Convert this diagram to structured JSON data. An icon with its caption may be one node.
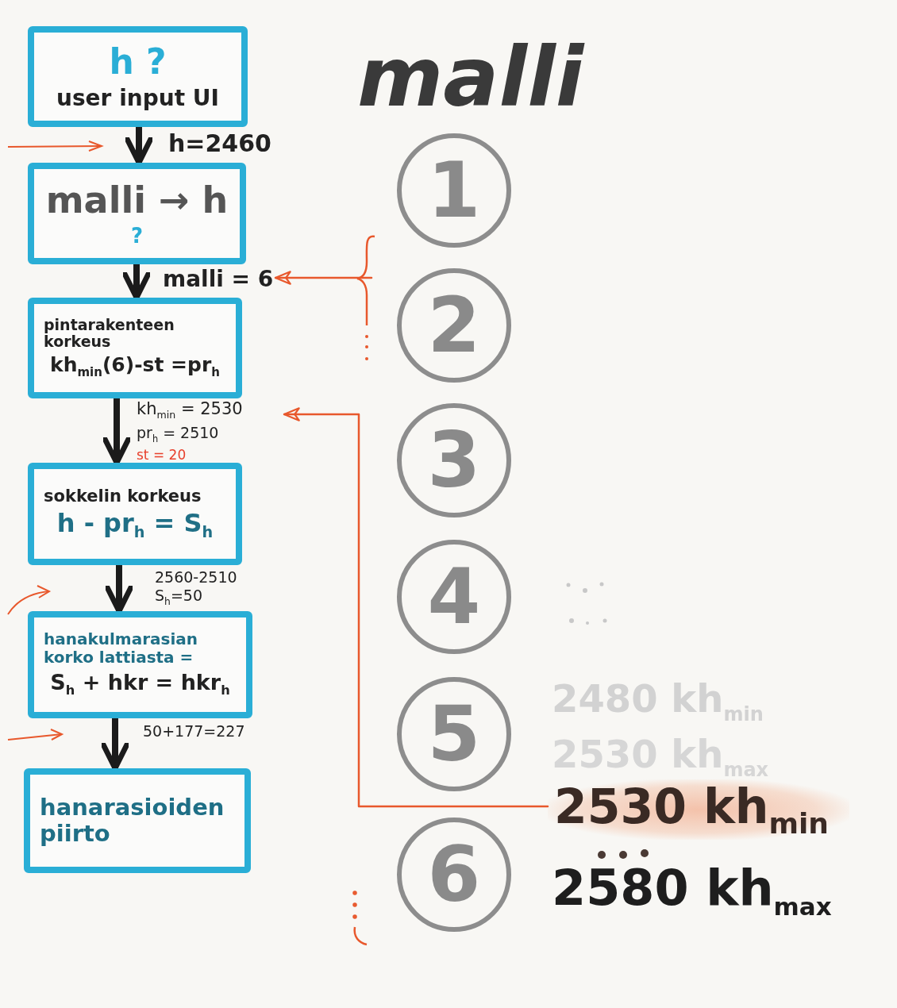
{
  "diagram": {
    "title": "malli",
    "nodes": [
      {
        "text": [
          "h ?",
          "user input UI"
        ]
      },
      {
        "text": [
          "malli → h",
          "?"
        ]
      },
      {
        "text": [
          "pintarakenteen korkeus",
          "kh$_{min}$(6)-st =pr$_{h}$"
        ]
      },
      {
        "text": [
          "sokkelin korkeus",
          "h - pr$_{h}$ = S$_{h}$"
        ]
      },
      {
        "text": [
          "hanakulmarasian korko lattiasta =",
          "S$_{h}$ + hkr = hkr$_{h}$"
        ]
      },
      {
        "text": [
          "hanarasioiden piirto"
        ]
      },
      {
        "text": [
          "1"
        ]
      },
      {
        "text": [
          "2"
        ]
      },
      {
        "text": [
          "3"
        ]
      },
      {
        "text": [
          "4"
        ]
      },
      {
        "text": [
          "5"
        ]
      },
      {
        "text": [
          "6"
        ]
      },
      {
        "text": [
          "malli = 6"
        ]
      },
      {
        "text": [
          "kh$_{min}$ = 2530",
          "pr$_{h}$ = 2510",
          "st = 20"
        ]
      },
      {
        "text": [
          "2530 kh$_{min}$"
        ]
      }
    ],
    "edges": [
      {
        "from": 0,
        "to": 1,
        "arrow": "to",
        "label": "h=2460"
      },
      {
        "from": 1,
        "to": 2,
        "arrow": "to"
      },
      {
        "from": 2,
        "to": 3,
        "arrow": "to"
      },
      {
        "from": 3,
        "to": 4,
        "arrow": "to",
        "label": "2560-2510 S$_{h}$=50"
      },
      {
        "from": 4,
        "to": 5,
        "arrow": "to",
        "label": "50+177=227"
      },
      {
        "from": null,
        "to": 12,
        "arrow": "to",
        "color": "#e8582c"
      },
      {
        "from": 14,
        "to": 13,
        "arrow": "to",
        "color": "#e8582c"
      }
    ],
    "labels": [
      "2480 kh$_{min}$",
      "2530 kh$_{max}$",
      "2580 kh$_{max}$"
    ]
  }
}
